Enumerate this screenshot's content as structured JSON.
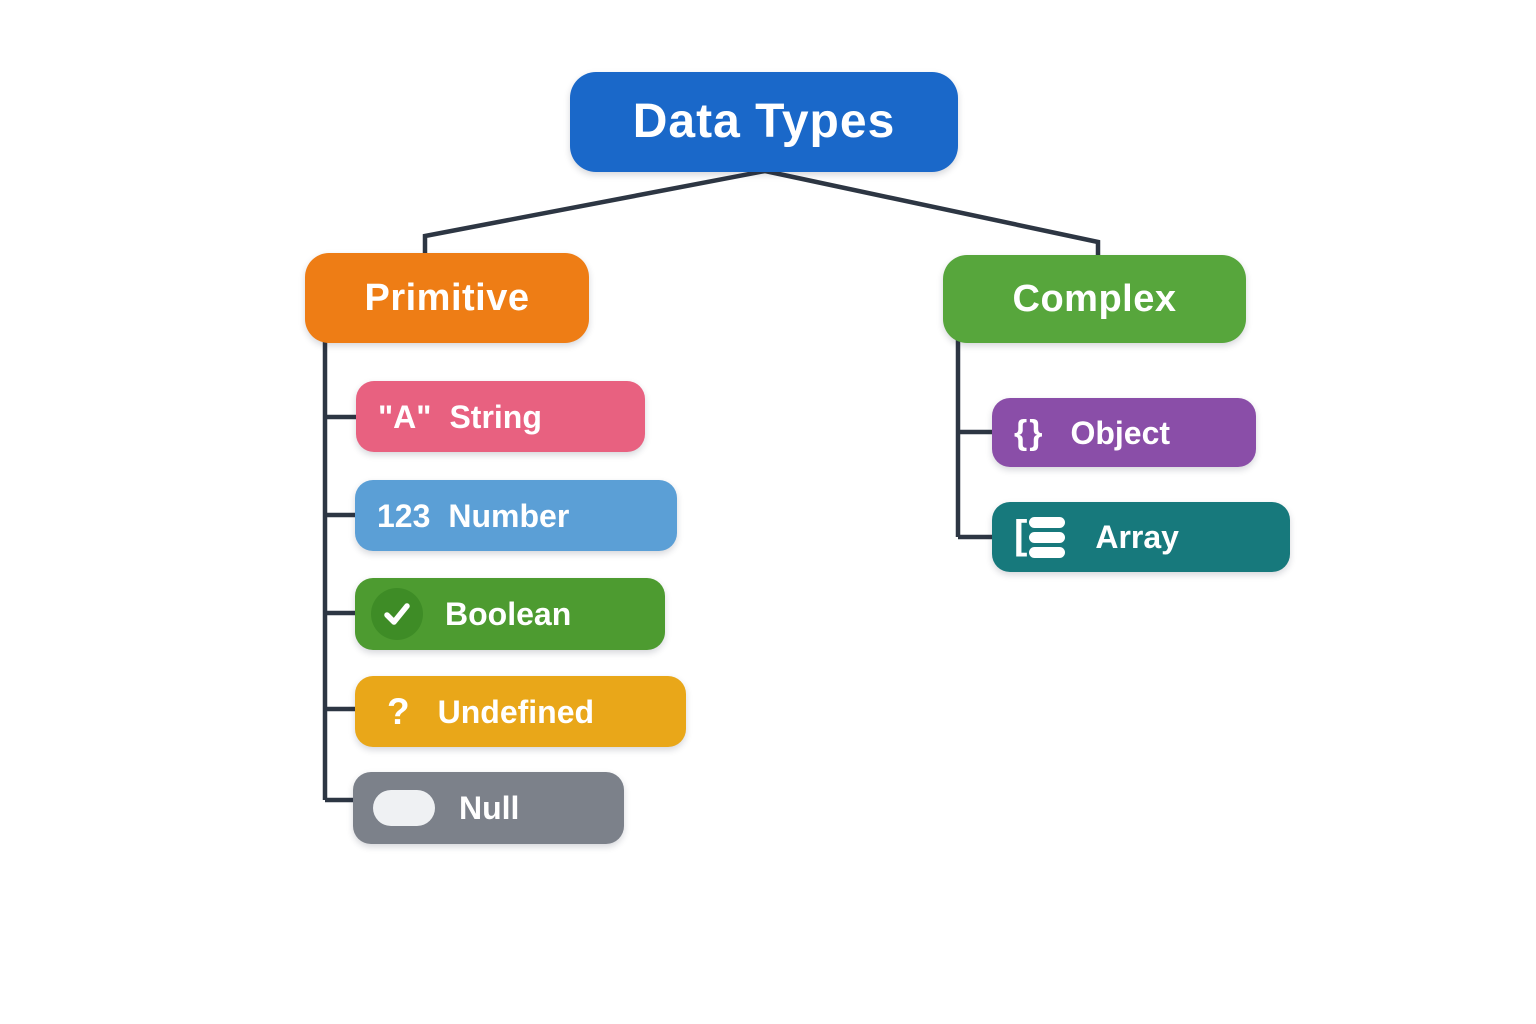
{
  "diagram": {
    "background": "#FFFFFF",
    "connector_color": "#2D3643",
    "root": {
      "label": "Data Types",
      "color": "#1A68C9"
    },
    "branches": [
      {
        "label": "Primitive",
        "color": "#EE7D15"
      },
      {
        "label": "Complex",
        "color": "#57A63C"
      }
    ],
    "primitive_children": [
      {
        "label": "String",
        "color": "#E86180",
        "icon": "quoted-a-icon",
        "icon_text": "\"A\""
      },
      {
        "label": "Number",
        "color": "#5B9FD6",
        "icon": "digits-123-icon",
        "icon_text": "123"
      },
      {
        "label": "Boolean",
        "color": "#4D9B30",
        "icon": "checkmark-icon",
        "icon_bg": "#3E8C26"
      },
      {
        "label": "Undefined",
        "color": "#E9A719",
        "icon": "question-mark-icon",
        "icon_text": "?"
      },
      {
        "label": "Null",
        "color": "#7C818A",
        "icon": "empty-pill-icon",
        "icon_bg": "#EFF1F3"
      }
    ],
    "complex_children": [
      {
        "label": "Object",
        "color": "#8A4EA8",
        "icon": "curly-braces-icon",
        "icon_text": "{}"
      },
      {
        "label": "Array",
        "color": "#17797C",
        "icon": "bracket-list-icon",
        "icon_text": "["
      }
    ]
  }
}
